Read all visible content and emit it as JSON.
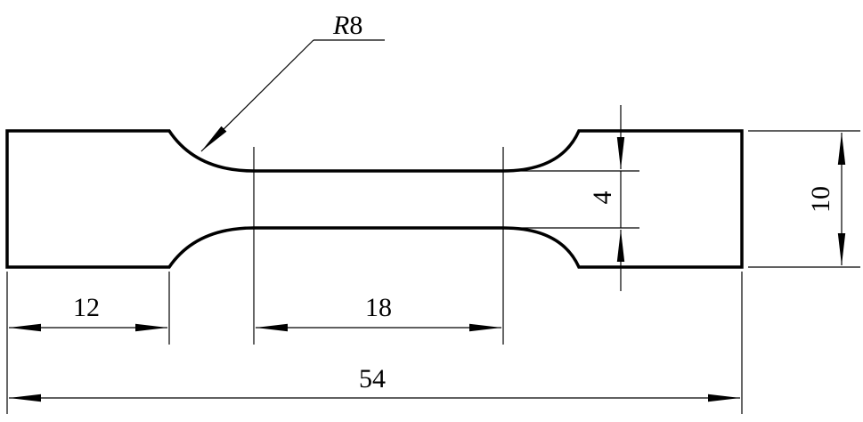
{
  "title": "Tensile specimen dimension drawing",
  "colors": {
    "line": "#000000",
    "background": "#ffffff"
  },
  "dimensions": {
    "radius_prefix": "R",
    "radius_value": "8",
    "grip_length": "12",
    "gauge_length": "18",
    "total_length": "54",
    "gauge_width": "4",
    "grip_width": "10"
  }
}
